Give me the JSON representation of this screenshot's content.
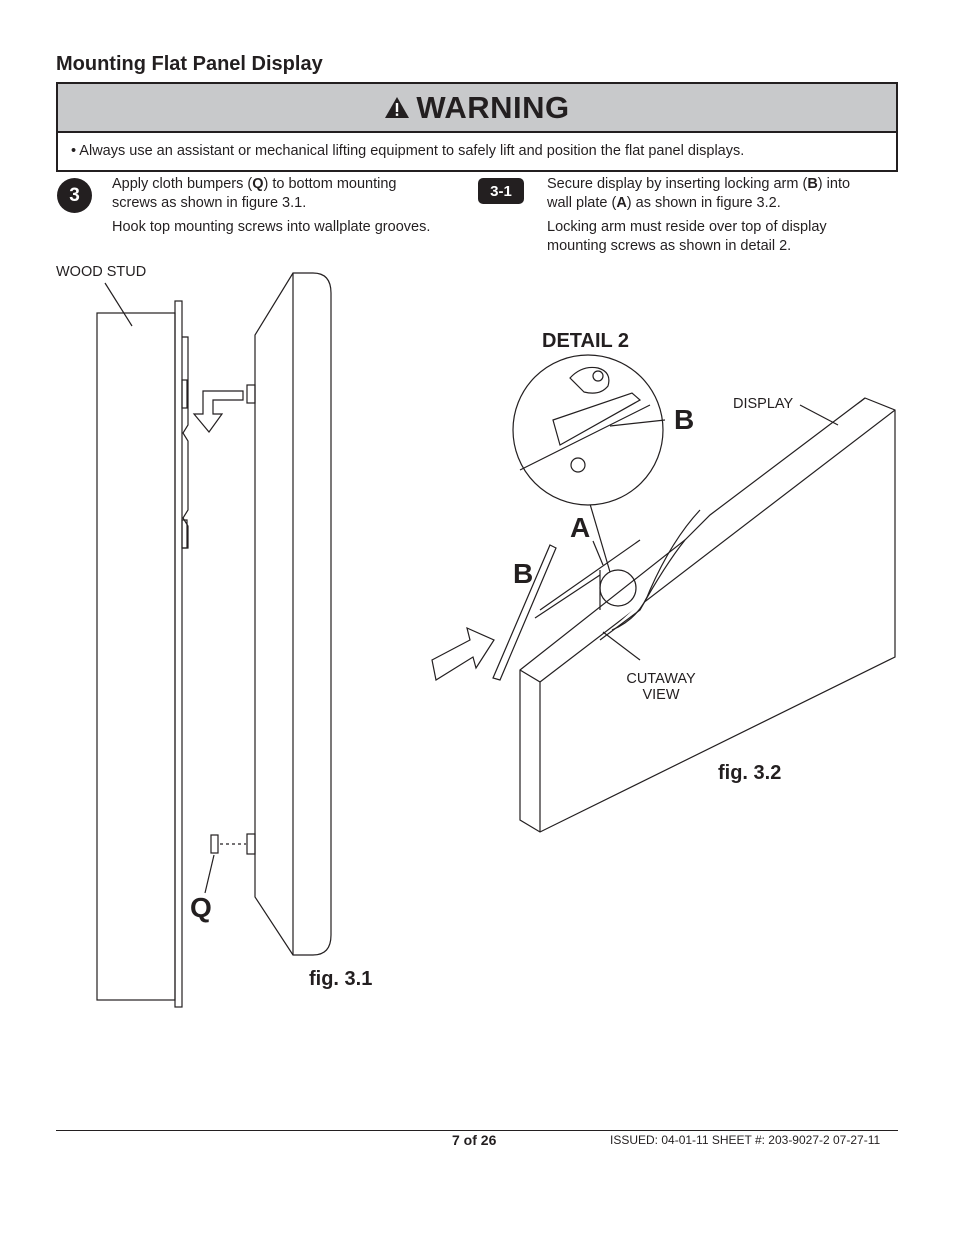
{
  "page": {
    "title": "Mounting Flat Panel Display",
    "warning": {
      "heading": "WARNING",
      "text": "• Always use an assistant or mechanical lifting equipment to safely lift and position the flat panel displays."
    },
    "step3": {
      "number": "3",
      "line1a": "Apply cloth bumpers (",
      "line1b": "Q",
      "line1c": ") to bottom mounting",
      "line2": "screws as shown in figure 3.1.",
      "line3": "Hook top mounting screws into wallplate grooves."
    },
    "step31": {
      "number": "3-1",
      "line1a": "Secure display by inserting locking arm (",
      "line1b": "B",
      "line1c": ") into",
      "line2a": "wall plate (",
      "line2b": "A",
      "line2c": ") as shown in figure 3.2.",
      "line3": "Locking arm must reside over top of display",
      "line4": "mounting screws as shown in detail 2."
    },
    "fig31": {
      "wood_stud": "WOOD STUD",
      "q_label": "Q",
      "caption": "fig. 3.1"
    },
    "fig32": {
      "detail": "DETAIL 2",
      "b_detail": "B",
      "display": "DISPLAY",
      "a_label": "A",
      "b_label": "B",
      "cutaway1": "CUTAWAY",
      "cutaway2": "VIEW",
      "caption": "fig. 3.2"
    },
    "footer": {
      "page": "7 of 26",
      "issued": "ISSUED: 04-01-11  SHEET #: 203-9027-2  07-27-11"
    }
  }
}
